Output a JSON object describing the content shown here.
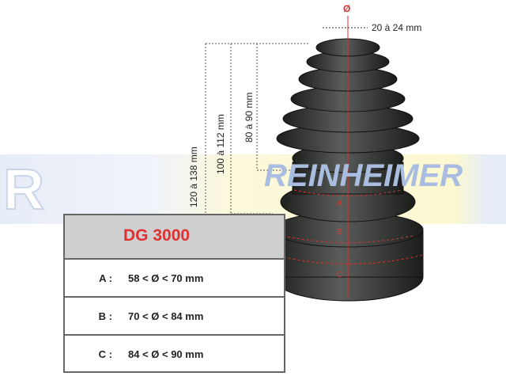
{
  "watermark": {
    "brand": "REINHEIMER",
    "letter": "R"
  },
  "product": {
    "code": "DG 3000"
  },
  "sizes": [
    {
      "key": "A :",
      "range": "58 < Ø < 70 mm"
    },
    {
      "key": "B :",
      "range": "70 < Ø < 84 mm"
    },
    {
      "key": "C :",
      "range": "84 < Ø < 90 mm"
    }
  ],
  "dimensions": {
    "diameter_symbol": "Ø",
    "top_diameter": "20 à 24 mm",
    "heights": [
      "120 à 138 mm",
      "100 à 112 mm",
      "80 à 90 mm"
    ]
  },
  "boot_labels": [
    "A",
    "B",
    "C"
  ],
  "colors": {
    "accent": "#e03030",
    "boot": "#3a3c3a",
    "header": "#cfcfcf"
  }
}
